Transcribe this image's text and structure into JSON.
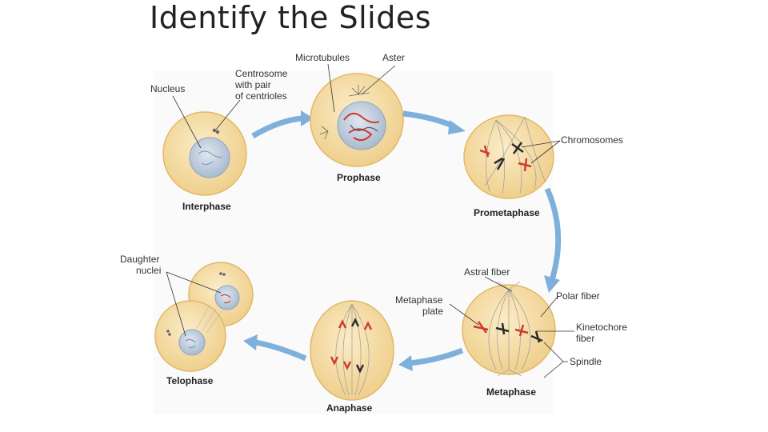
{
  "slide": {
    "title": "Identify the Slides"
  },
  "stages": {
    "interphase": "Interphase",
    "prophase": "Prophase",
    "prometaphase": "Prometaphase",
    "metaphase": "Metaphase",
    "anaphase": "Anaphase",
    "telophase": "Telophase"
  },
  "labels": {
    "nucleus": "Nucleus",
    "centrosome": [
      "Centrosome",
      "with pair",
      "of centrioles"
    ],
    "microtubules": "Microtubules",
    "aster": "Aster",
    "chromosomes": "Chromosomes",
    "astral_fiber": "Astral fiber",
    "metaphase_plate": [
      "Metaphase",
      "plate"
    ],
    "polar_fiber": "Polar fiber",
    "kinetochore_fiber": [
      "Kinetochore",
      "fiber"
    ],
    "spindle": "Spindle",
    "daughter_nuclei": [
      "Daughter",
      "nuclei"
    ]
  },
  "colors": {
    "cell_fill": "#f3d9a0",
    "cell_edge": "#e2b866",
    "nucleus_fill": "#bccbdc",
    "arrow": "#7fb0dc",
    "chromosome_red": "#d23a2e",
    "chromosome_dark": "#2a2a2a"
  }
}
